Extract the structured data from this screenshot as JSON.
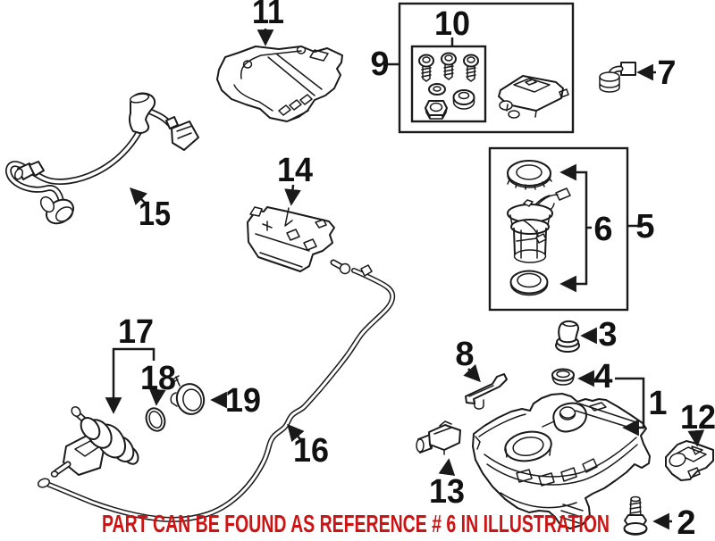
{
  "style": {
    "background": "#ffffff",
    "line_color": "#1a1a1a",
    "label_color": "#111111",
    "note_color": "#cc1414"
  },
  "note": {
    "text": "PART CAN BE FOUND AS REFERENCE # 6 IN ILLUSTRATION"
  },
  "callouts": {
    "c1": "1",
    "c2": "2",
    "c3": "3",
    "c4": "4",
    "c5": "5",
    "c6": "6",
    "c7": "7",
    "c8": "8",
    "c9": "9",
    "c10": "10",
    "c11": "11",
    "c12": "12",
    "c13": "13",
    "c14": "14",
    "c15": "15",
    "c16": "16",
    "c17": "17",
    "c18": "18",
    "c19": "19"
  }
}
